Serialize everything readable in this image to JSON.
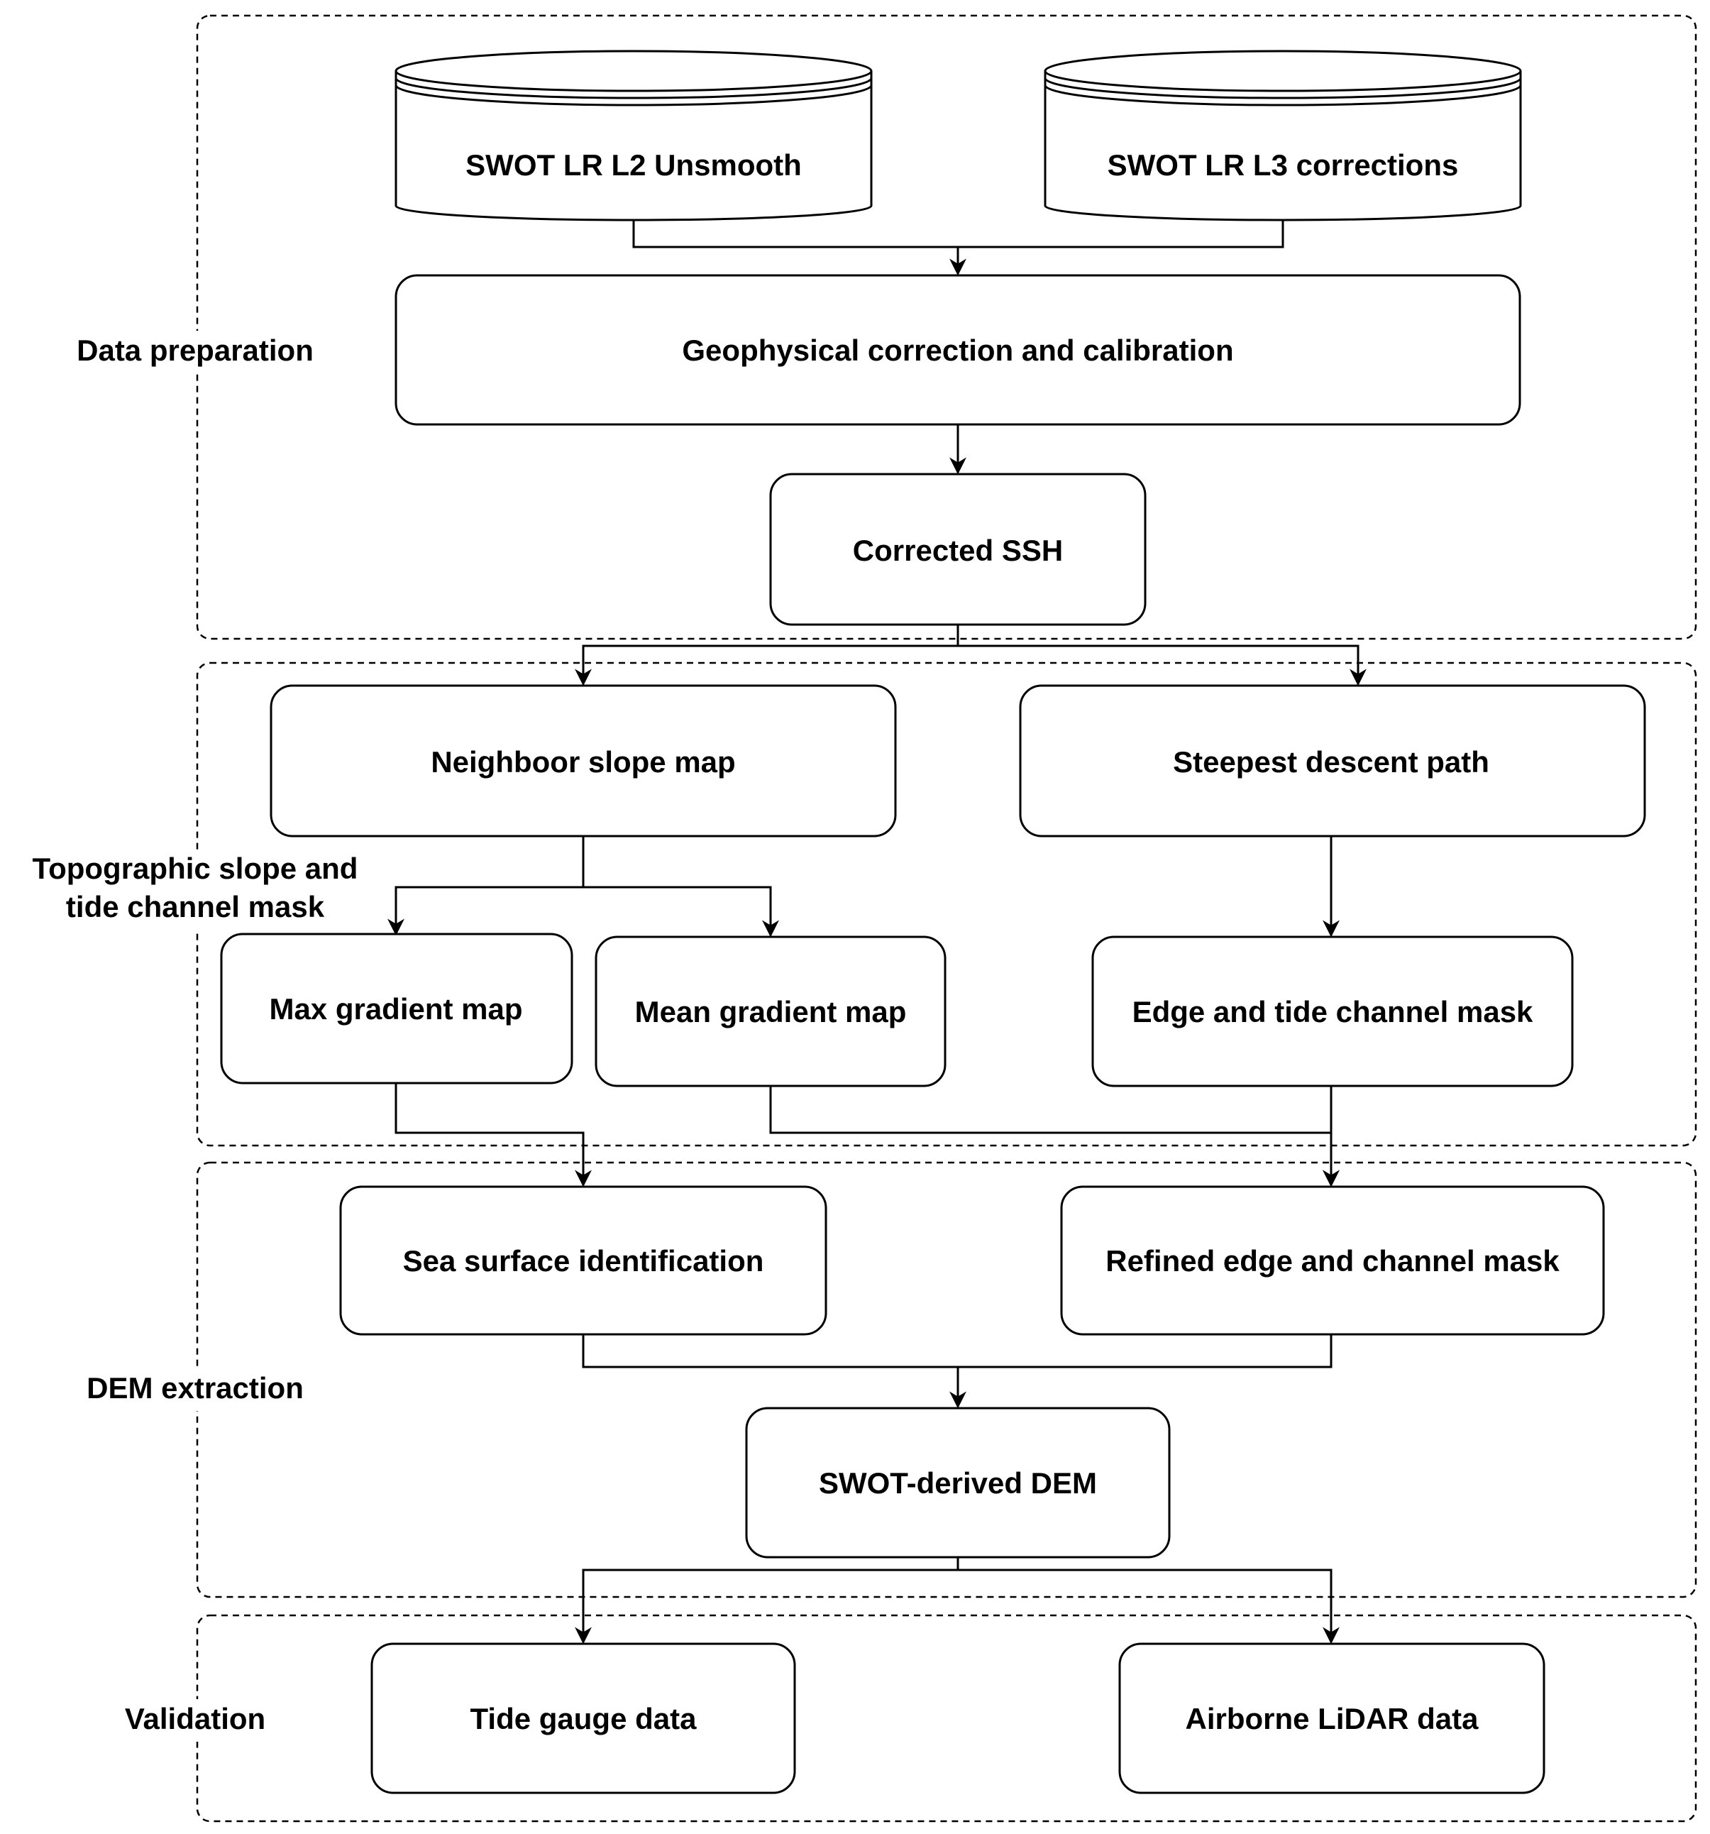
{
  "groups": {
    "data_preparation": "Data preparation",
    "topographic_line1": "Topographic slope and",
    "topographic_line2": "tide channel mask",
    "dem_extraction": "DEM extraction",
    "validation": "Validation"
  },
  "nodes": {
    "swot_l2": "SWOT LR L2 Unsmooth",
    "swot_l3": "SWOT LR L3 corrections",
    "geo_correction": "Geophysical correction and calibration",
    "corrected_ssh": "Corrected SSH",
    "neighbor_slope": "Neighboor slope map",
    "steepest_descent": "Steepest descent path",
    "max_gradient": "Max gradient map",
    "mean_gradient": "Mean gradient map",
    "edge_mask": "Edge and tide channel mask",
    "sea_surface": "Sea surface identification",
    "refined_mask": "Refined edge and channel mask",
    "swot_dem": "SWOT-derived DEM",
    "tide_gauge": "Tide gauge data",
    "lidar": "Airborne LiDAR data"
  }
}
